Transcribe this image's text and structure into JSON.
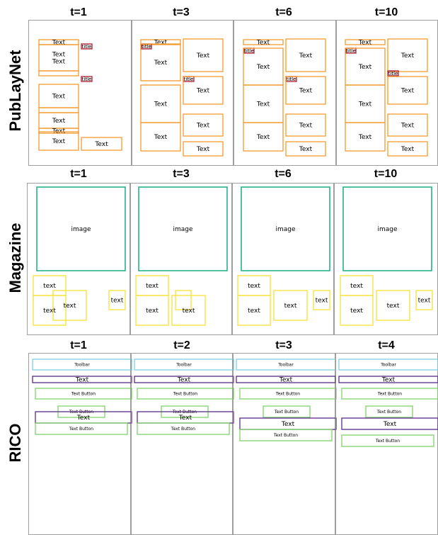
{
  "colors": {
    "text_orange": "#f39b2f",
    "title_red": "#b01e2f",
    "image_teal": "#2ab08c",
    "text_yellow": "#f5e23a",
    "toolbar_cyan": "#7fd0e0",
    "text_purple": "#5b2b8c",
    "textbutton_green": "#7ed36a",
    "panel_border": "#888888"
  },
  "rows": [
    {
      "name": "PubLayNet",
      "steps": [
        "t=1",
        "t=3",
        "t=6",
        "t=10"
      ],
      "panels": [
        [
          {
            "label": "Text",
            "type": "text"
          },
          {
            "label": "Text\nText",
            "type": "text"
          },
          {
            "label": "",
            "type": "text"
          },
          {
            "label": "Text",
            "type": "text"
          },
          {
            "label": "",
            "type": "text"
          },
          {
            "label": "Text",
            "type": "text"
          },
          {
            "label": "Text",
            "type": "text"
          },
          {
            "label": "Text",
            "type": "text"
          },
          {
            "label": "title",
            "type": "title"
          },
          {
            "label": "title",
            "type": "title"
          },
          {
            "label": "Text",
            "type": "text"
          }
        ],
        [
          {
            "label": "Text",
            "type": "text"
          },
          {
            "label": "title",
            "type": "title"
          },
          {
            "label": "Text",
            "type": "text"
          },
          {
            "label": "Text",
            "type": "text"
          },
          {
            "label": "Text",
            "type": "text"
          },
          {
            "label": "Text",
            "type": "text"
          },
          {
            "label": "title",
            "type": "title"
          },
          {
            "label": "Text",
            "type": "text"
          },
          {
            "label": "Text",
            "type": "text"
          },
          {
            "label": "Text",
            "type": "text"
          },
          {
            "label": "Text",
            "type": "text"
          }
        ],
        [
          {
            "label": "Text",
            "type": "text"
          },
          {
            "label": "title",
            "type": "title"
          },
          {
            "label": "Text",
            "type": "text"
          },
          {
            "label": "Text",
            "type": "text"
          },
          {
            "label": "Text",
            "type": "text"
          },
          {
            "label": "Text",
            "type": "text"
          },
          {
            "label": "title",
            "type": "title"
          },
          {
            "label": "Text",
            "type": "text"
          },
          {
            "label": "Text",
            "type": "text"
          },
          {
            "label": "Text",
            "type": "text"
          }
        ],
        [
          {
            "label": "Text",
            "type": "text"
          },
          {
            "label": "title",
            "type": "title"
          },
          {
            "label": "Text",
            "type": "text"
          },
          {
            "label": "Text",
            "type": "text"
          },
          {
            "label": "Text",
            "type": "text"
          },
          {
            "label": "Text",
            "type": "text"
          },
          {
            "label": "title",
            "type": "title"
          },
          {
            "label": "Text",
            "type": "text"
          },
          {
            "label": "Text",
            "type": "text"
          },
          {
            "label": "Text",
            "type": "text"
          }
        ]
      ]
    },
    {
      "name": "Magazine",
      "steps": [
        "t=1",
        "t=3",
        "t=6",
        "t=10"
      ],
      "panels": [
        [
          {
            "label": "image",
            "type": "image"
          },
          {
            "label": "text",
            "type": "text"
          },
          {
            "label": "text",
            "type": "text"
          },
          {
            "label": "text",
            "type": "text"
          },
          {
            "label": "text",
            "type": "text"
          }
        ],
        [
          {
            "label": "image",
            "type": "image"
          },
          {
            "label": "text",
            "type": "text"
          },
          {
            "label": "text",
            "type": "text"
          },
          {
            "label": "",
            "type": "text"
          },
          {
            "label": "text",
            "type": "text"
          }
        ],
        [
          {
            "label": "image",
            "type": "image"
          },
          {
            "label": "text",
            "type": "text"
          },
          {
            "label": "text",
            "type": "text"
          },
          {
            "label": "text",
            "type": "text"
          },
          {
            "label": "text",
            "type": "text"
          }
        ],
        [
          {
            "label": "image",
            "type": "image"
          },
          {
            "label": "text",
            "type": "text"
          },
          {
            "label": "text",
            "type": "text"
          },
          {
            "label": "text",
            "type": "text"
          },
          {
            "label": "text",
            "type": "text"
          }
        ]
      ]
    },
    {
      "name": "RICO",
      "steps": [
        "t=1",
        "t=2",
        "t=3",
        "t=4"
      ],
      "panels": [
        [
          {
            "label": "Toolbar",
            "type": "toolbar"
          },
          {
            "label": "Text",
            "type": "text"
          },
          {
            "label": "Text Button",
            "type": "textbutton"
          },
          {
            "label": "Text Button",
            "type": "textbutton"
          },
          {
            "label": "Text",
            "type": "text"
          },
          {
            "label": "Text Button",
            "type": "textbutton"
          }
        ],
        [
          {
            "label": "Toolbar",
            "type": "toolbar"
          },
          {
            "label": "Text",
            "type": "text"
          },
          {
            "label": "Text Button",
            "type": "textbutton"
          },
          {
            "label": "Text Button",
            "type": "textbutton"
          },
          {
            "label": "Text",
            "type": "text"
          },
          {
            "label": "Text Button",
            "type": "textbutton"
          }
        ],
        [
          {
            "label": "Toolbar",
            "type": "toolbar"
          },
          {
            "label": "Text",
            "type": "text"
          },
          {
            "label": "Text Button",
            "type": "textbutton"
          },
          {
            "label": "Text Button",
            "type": "textbutton"
          },
          {
            "label": "Text",
            "type": "text"
          },
          {
            "label": "Text Button",
            "type": "textbutton"
          }
        ],
        [
          {
            "label": "Toolbar",
            "type": "toolbar"
          },
          {
            "label": "Text",
            "type": "text"
          },
          {
            "label": "Text Button",
            "type": "textbutton"
          },
          {
            "label": "Text Button",
            "type": "textbutton"
          },
          {
            "label": "Text",
            "type": "text"
          },
          {
            "label": "Text Button",
            "type": "textbutton"
          }
        ]
      ]
    }
  ]
}
